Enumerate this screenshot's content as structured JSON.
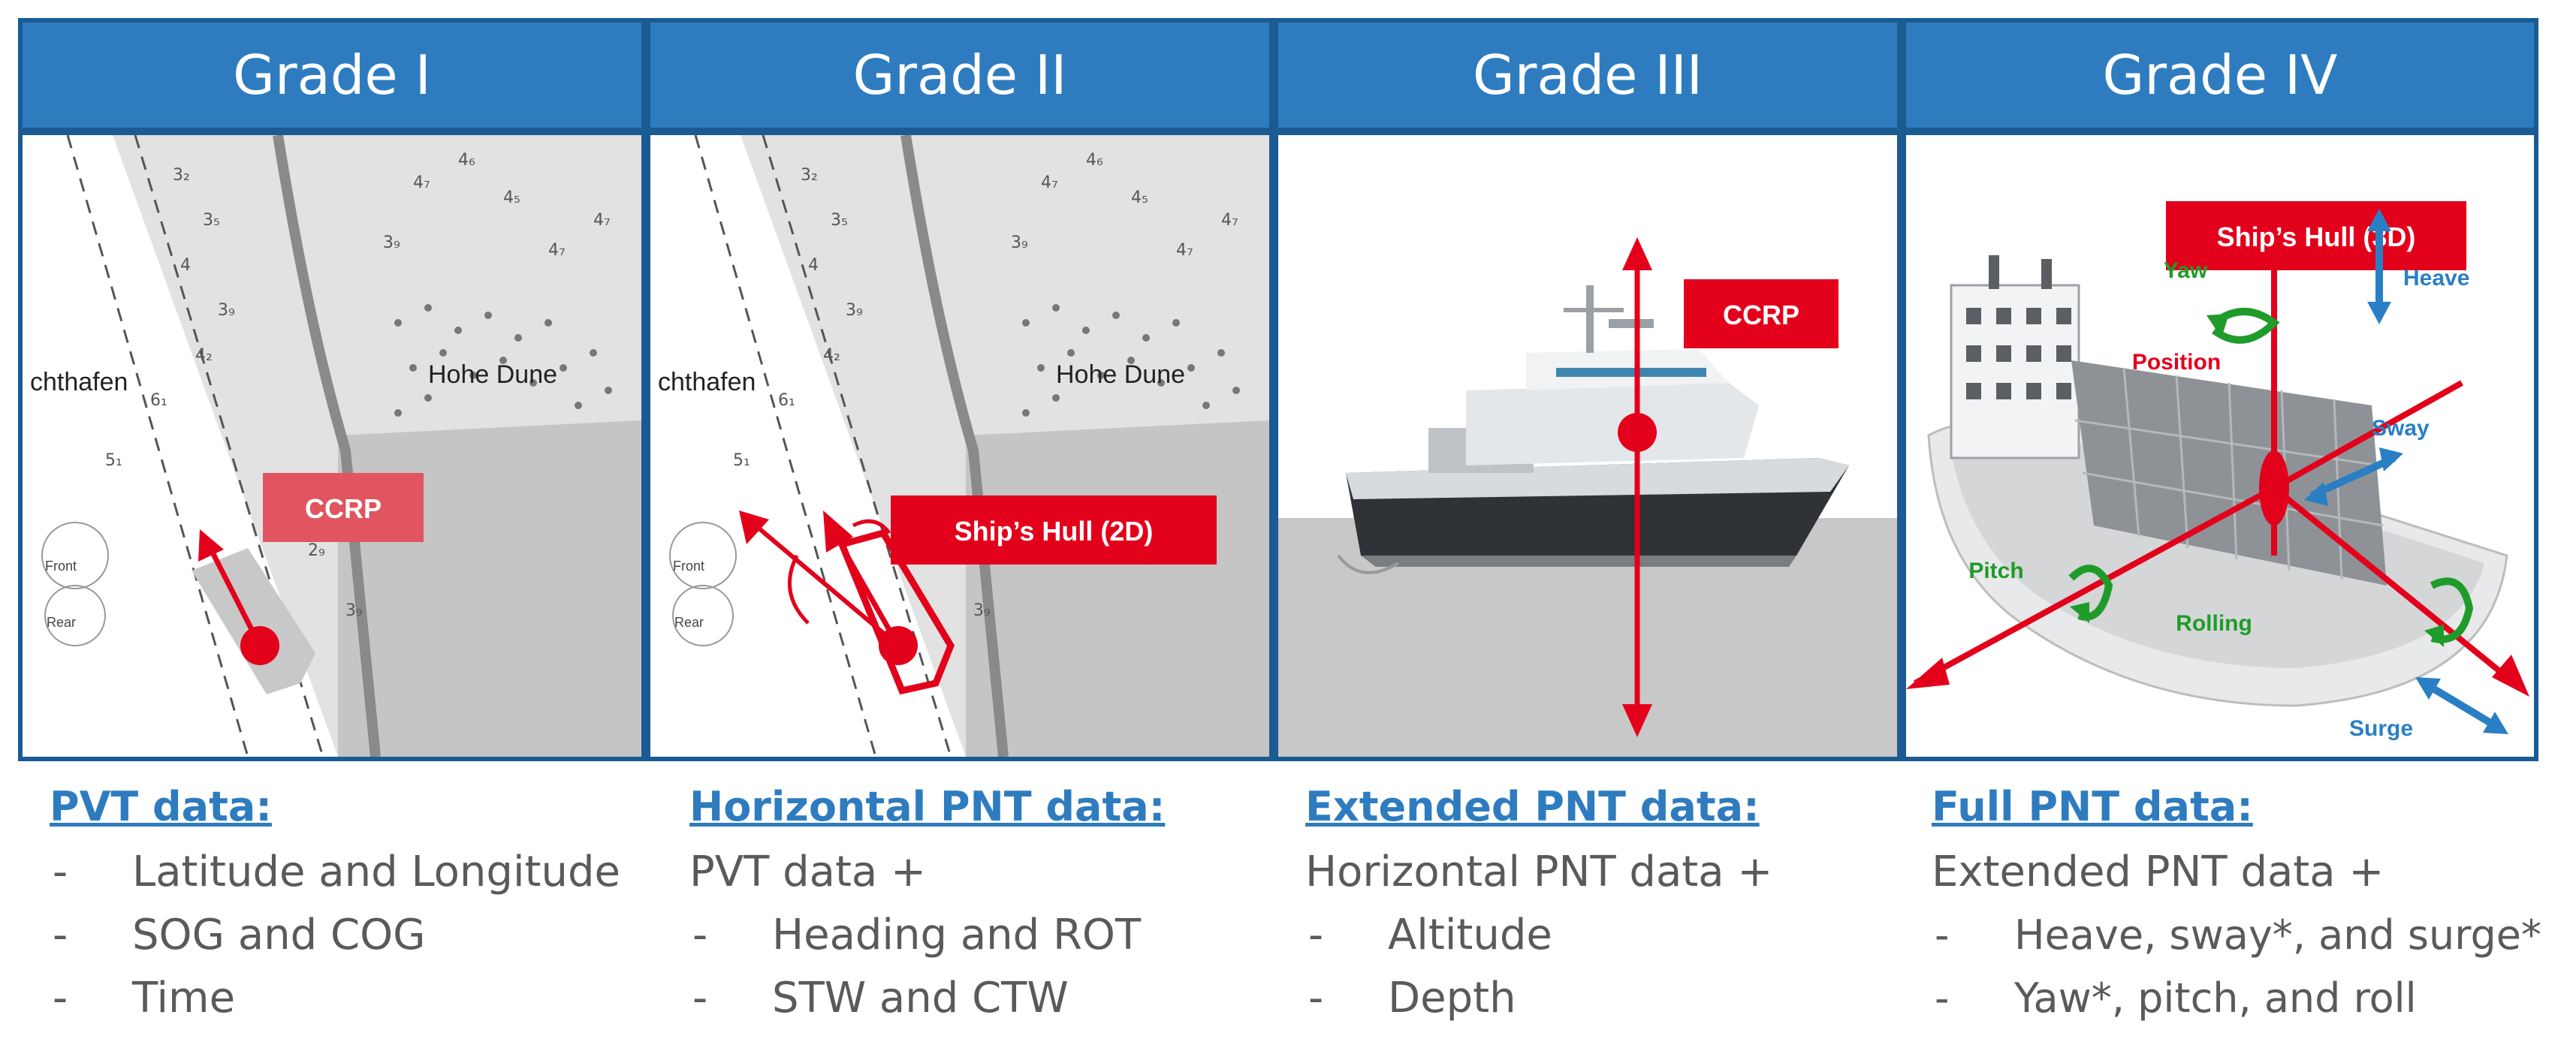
{
  "columns": [
    {
      "grade": "Grade I",
      "data_title": "PVT data:",
      "intro": "",
      "items": [
        "Latitude and Longitude",
        "SOG and COG",
        "Time"
      ],
      "image_labels": {
        "map_place": "chthafen",
        "map_area": "Hohe Dune",
        "map_front": "Front",
        "map_rear": "Rear",
        "ref_label": "CCRP"
      }
    },
    {
      "grade": "Grade II",
      "data_title": "Horizontal PNT data:",
      "intro": "PVT data +",
      "items": [
        "Heading and ROT",
        "STW and CTW"
      ],
      "image_labels": {
        "map_place": "chthafen",
        "map_area": "Hohe Dune",
        "map_front": "Front",
        "map_rear": "Rear",
        "ref_label": "Ship’s Hull (2D)"
      }
    },
    {
      "grade": "Grade III",
      "data_title": "Extended PNT data:",
      "intro": "Horizontal PNT data +",
      "items": [
        "Altitude",
        "Depth"
      ],
      "image_labels": {
        "ref_label": "CCRP"
      }
    },
    {
      "grade": "Grade IV",
      "data_title": "Full PNT data:",
      "intro": "Extended PNT data +",
      "items": [
        "Heave, sway*, and surge*",
        "Yaw*, pitch, and roll"
      ],
      "image_labels": {
        "ref_label": "Ship’s Hull (3D)",
        "yaw": "Yaw",
        "heave": "Heave",
        "position": "Position",
        "sway": "Sway",
        "pitch": "Pitch",
        "rolling": "Rolling",
        "surge": "Surge"
      }
    }
  ],
  "colors": {
    "frame": "#1a5b92",
    "header": "#2e7cbf",
    "title_link": "#2e7cbf",
    "body_text": "#5a5a5a",
    "accent_red": "#e3001b",
    "ccrp_light_red": "#e05560",
    "motion_green": "#1f9b2a",
    "motion_blue": "#2a7fc4"
  }
}
